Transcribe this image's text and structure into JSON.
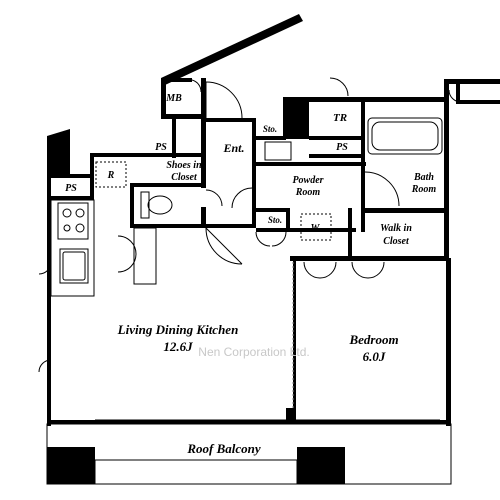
{
  "rooms": {
    "mb": "MB",
    "ent": "Ent.",
    "sto_top": "Sto.",
    "tr": "TR",
    "ps_top": "PS",
    "ps_left": "PS",
    "ps_side": "PS",
    "shoes_line1": "Shoes in",
    "shoes_line2": "Closet",
    "powder_line1": "Powder",
    "powder_line2": "Room",
    "bath_line1": "Bath",
    "bath_line2": "Room",
    "fridge": "R",
    "sto_mid": "Sto.",
    "washer": "W",
    "walkin_line1": "Walk in",
    "walkin_line2": "Closet",
    "ldk_name": "Living Dining Kitchen",
    "ldk_size": "12.6J",
    "bedroom_name": "Bedroom",
    "bedroom_size": "6.0J",
    "balcony": "Roof Balcony"
  },
  "watermark": "Nen Corporation Ltd."
}
